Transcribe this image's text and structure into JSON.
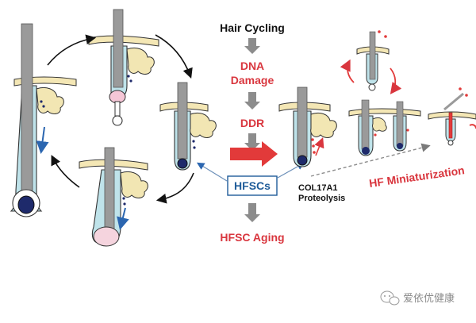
{
  "flow": {
    "hair_cycling": "Hair Cycling",
    "dna_line1": "DNA",
    "dna_line2": "Damage",
    "ddr": "DDR",
    "hfscs": "HFSCs",
    "hfsc_aging": "HFSC Aging"
  },
  "labels": {
    "col17a1_line1": "COL17A1",
    "col17a1_line2": "Proteolysis",
    "hf_miniaturization": "HF Miniaturization"
  },
  "watermark": {
    "text": "爱依优健康"
  },
  "colors": {
    "red_text": "#d9363e",
    "gray_arrow": "#8c8c8c",
    "hfscs_border": "#1f5c99",
    "hair_shaft": "#9a9a9a",
    "follicle_fill": "#bfe3ea",
    "sebaceous": "#f2e6b3",
    "dermal_papilla": "#1e2a6b"
  },
  "icons": [
    "cycle-arrow-icon",
    "flow-arrow-icon",
    "big-red-arrow-icon",
    "wechat-icon"
  ]
}
